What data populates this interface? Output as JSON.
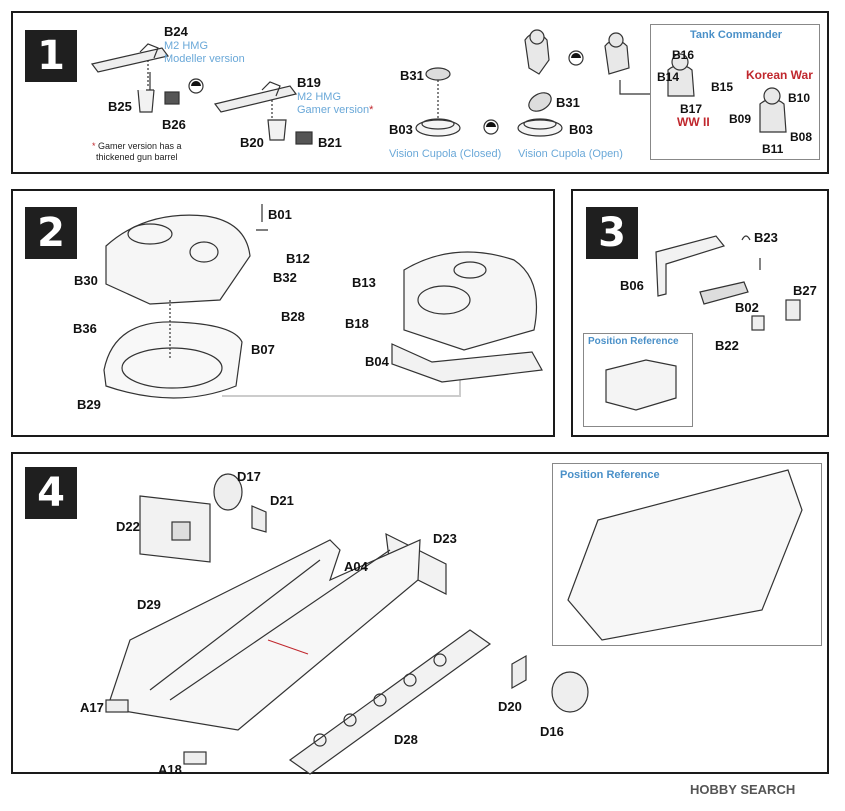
{
  "steps": {
    "s1": {
      "num": "1"
    },
    "s2": {
      "num": "2"
    },
    "s3": {
      "num": "3"
    },
    "s4": {
      "num": "4"
    }
  },
  "step1": {
    "b24": "B24",
    "modeller_line1": "M2 HMG",
    "modeller_line2": "Modeller version",
    "b25": "B25",
    "b26": "B26",
    "b19": "B19",
    "gamer_line1": "M2 HMG",
    "gamer_line2": "Gamer version",
    "gamer_star": "*",
    "b20": "B20",
    "b21": "B21",
    "note_star": "*",
    "note_line1": "Gamer version has a",
    "note_line2": "thickened gun barrel",
    "b31a": "B31",
    "b03a": "B03",
    "closed": "Vision Cupola (Closed)",
    "b31b": "B31",
    "b03b": "B03",
    "open": "Vision Cupola (Open)",
    "commander_title": "Tank Commander",
    "b16": "B16",
    "b14": "B14",
    "b15": "B15",
    "b17": "B17",
    "ww2": "WW II",
    "korean": "Korean War",
    "b10": "B10",
    "b09": "B09",
    "b08": "B08",
    "b11": "B11"
  },
  "step2": {
    "b01": "B01",
    "b30": "B30",
    "b12": "B12",
    "b32": "B32",
    "b28": "B28",
    "b36": "B36",
    "b07": "B07",
    "b29": "B29",
    "b13": "B13",
    "b18": "B18",
    "b04": "B04"
  },
  "step3": {
    "b23": "B23",
    "b06": "B06",
    "b27": "B27",
    "b02": "B02",
    "b22": "B22",
    "pos_ref": "Position Reference"
  },
  "step4": {
    "d17": "D17",
    "d21": "D21",
    "d22": "D22",
    "d23": "D23",
    "a04": "A04",
    "d29": "D29",
    "a17": "A17",
    "d20": "D20",
    "d16": "D16",
    "d28": "D28",
    "a18": "A18",
    "pos_ref": "Position Reference"
  },
  "watermark": "HOBBY SEARCH",
  "colors": {
    "ink": "#1a1a1a",
    "blue": "#6aa8d8",
    "red": "#c0272d",
    "panel_border": "#1a1a1a"
  }
}
